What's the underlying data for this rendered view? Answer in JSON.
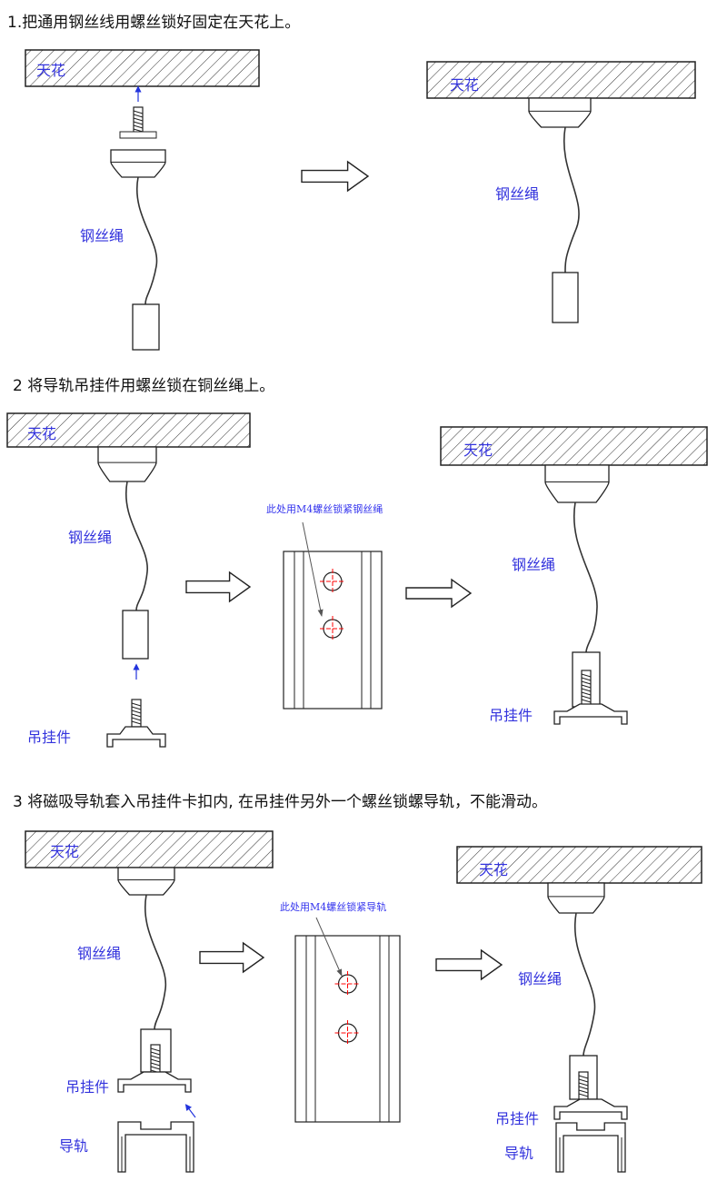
{
  "steps": [
    {
      "title": "1.把通用钢丝线用螺丝锁好固定在天花上。"
    },
    {
      "title": "2 将导轨吊挂件用螺丝锁在铜丝绳上。"
    },
    {
      "title": "3 将磁吸导轨套入吊挂件卡扣内, 在吊挂件另外一个螺丝锁螺导轨，不能滑动。"
    }
  ],
  "labels": {
    "ceiling": "天花",
    "wire_rope": "钢丝绳",
    "hanger": "吊挂件",
    "rail": "导轨"
  },
  "notes": {
    "step2": "此处用M4螺丝锁紧钢丝绳",
    "step3": "此处用M4螺丝锁紧导轨"
  },
  "colors": {
    "label": "#3333dd",
    "centerline": "#ff0000",
    "line": "#222222"
  }
}
